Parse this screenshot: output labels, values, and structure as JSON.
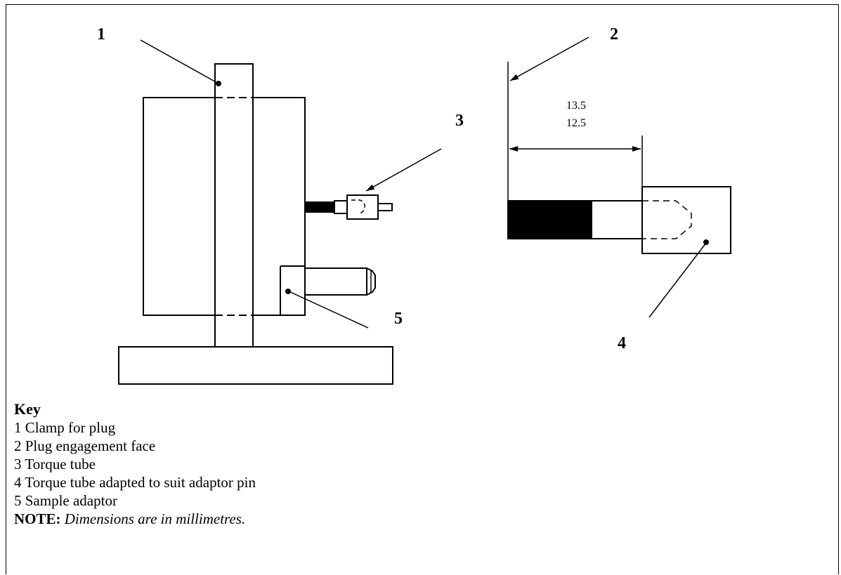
{
  "diagram": {
    "callouts": {
      "c1": "1",
      "c2": "2",
      "c3": "3",
      "c4": "4",
      "c5": "5"
    },
    "dimension": {
      "upper": "13.5",
      "lower": "12.5"
    }
  },
  "key": {
    "title": "Key",
    "items": [
      "1 Clamp for plug",
      "2 Plug engagement face",
      "3 Torque tube",
      "4 Torque tube adapted to suit adaptor pin",
      "5 Sample adaptor"
    ],
    "note_label": "NOTE:",
    "note_text": "Dimensions are in millimetres."
  }
}
